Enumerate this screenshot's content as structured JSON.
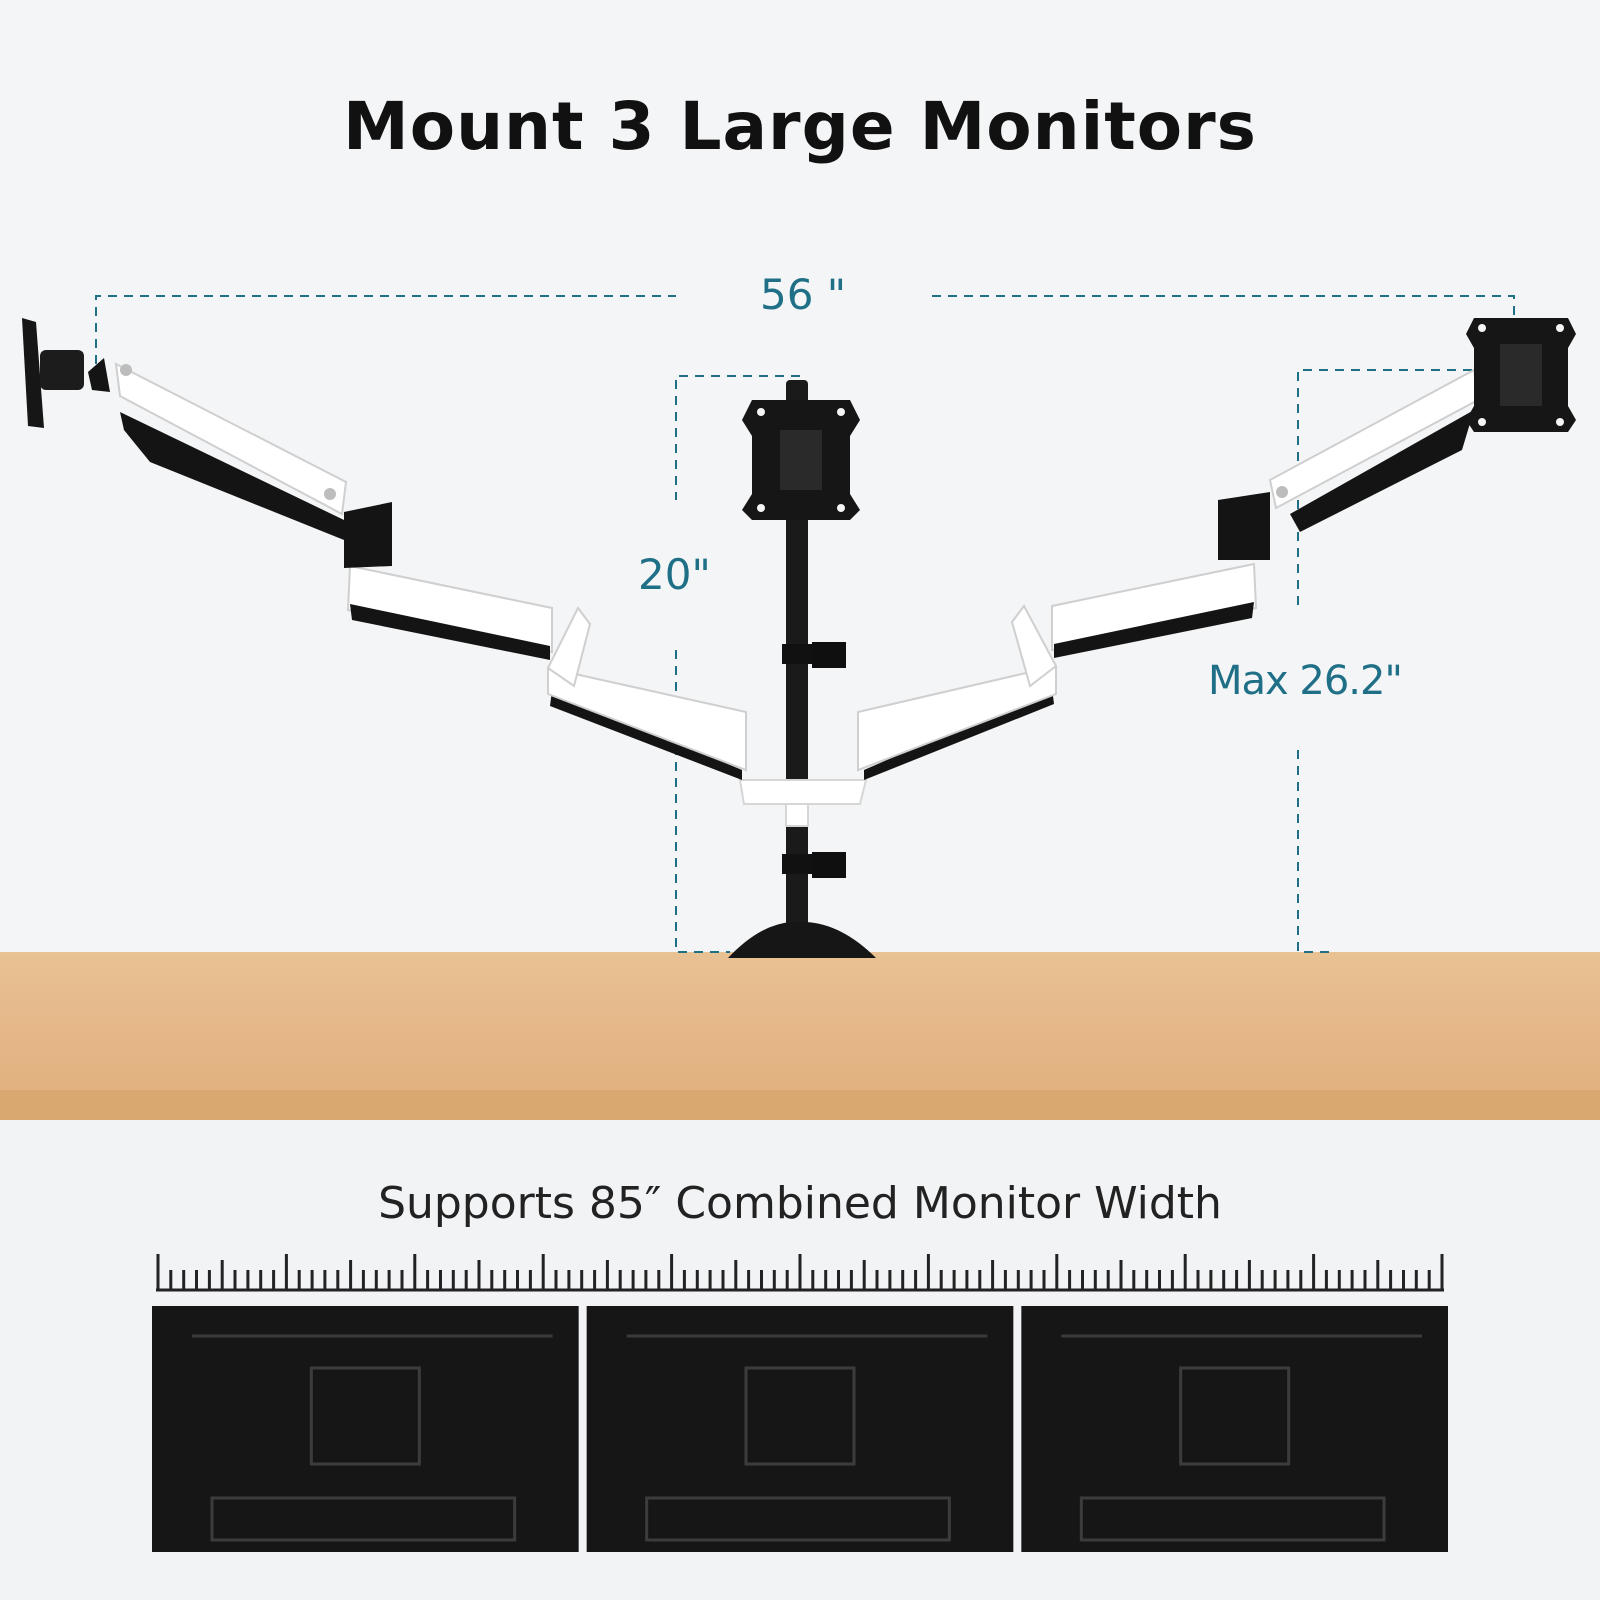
{
  "title": "Mount 3 Large Monitors",
  "dimensions": {
    "total_width": "56  \"",
    "pole_height": "20\"",
    "max_height": "Max 26.2\""
  },
  "caption": "Supports 85″ Combined Monitor Width",
  "monitor_count": 3,
  "colors": {
    "dimension_line": "#1f6f86",
    "arm_white": "#ffffff",
    "arm_black": "#141414",
    "desk": "#e6b98a",
    "monitor_back": "#161616"
  }
}
